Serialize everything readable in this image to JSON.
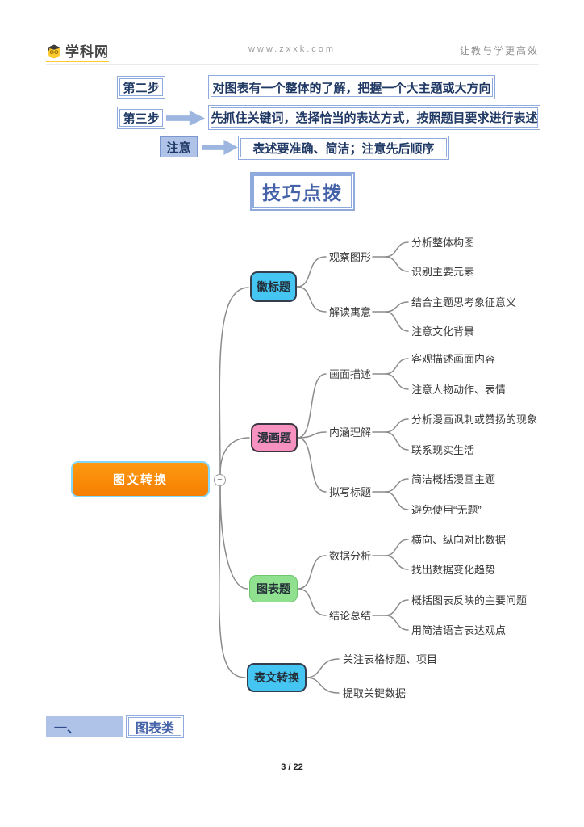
{
  "header": {
    "logo_text": "学科网",
    "site_url": "www.zxxk.com",
    "slogan": "让教与学更高效"
  },
  "steps": [
    {
      "label": "第二步",
      "text": "对图表有一个整体的了解，把握一个大主题或大方向"
    },
    {
      "label": "第三步",
      "text": "先抓住关键词，选择恰当的表达方式，按照题目要求进行表述"
    },
    {
      "label": "注意",
      "text": "表述要准确、简洁；注意先后顺序"
    }
  ],
  "section_title": "技巧点拨",
  "mindmap": {
    "root": {
      "label": "图文转换",
      "collapse_glyph": "−"
    },
    "branches": [
      {
        "label": "徽标题",
        "children": [
          {
            "label": "观察图形",
            "leaves": [
              "分析整体构图",
              "识别主要元素"
            ]
          },
          {
            "label": "解读寓意",
            "leaves": [
              "结合主题思考象征意义",
              "注意文化背景"
            ]
          }
        ]
      },
      {
        "label": "漫画题",
        "children": [
          {
            "label": "画面描述",
            "leaves": [
              "客观描述画面内容",
              "注意人物动作、表情"
            ]
          },
          {
            "label": "内涵理解",
            "leaves": [
              "分析漫画讽刺或赞扬的现象",
              "联系现实生活"
            ]
          },
          {
            "label": "拟写标题",
            "leaves": [
              "简洁概括漫画主题",
              "避免使用“无题”"
            ]
          }
        ]
      },
      {
        "label": "图表题",
        "children": [
          {
            "label": "数据分析",
            "leaves": [
              "横向、纵向对比数据",
              "找出数据变化趋势"
            ]
          },
          {
            "label": "结论总结",
            "leaves": [
              "概括图表反映的主要问题",
              "用简洁语言表达观点"
            ]
          }
        ]
      },
      {
        "label": "表文转换",
        "leaves": [
          "关注表格标题、项目",
          "提取关键数据"
        ]
      }
    ],
    "colors": {
      "root_fill": "#FF8A00",
      "root_border": "#85D7F8",
      "branch_blue": "#45C6F2",
      "branch_pink": "#F791BF",
      "branch_green": "#8FE08F",
      "line": "#8c8c8c"
    }
  },
  "bottom_heading": {
    "number": "一、",
    "title": "图表类"
  },
  "footer": {
    "page_indicator": "3 / 22"
  },
  "theme": {
    "accent_blue": "#8FAADC",
    "title_text": "#4463A8",
    "logo_yellow": "#FFCB2E"
  }
}
